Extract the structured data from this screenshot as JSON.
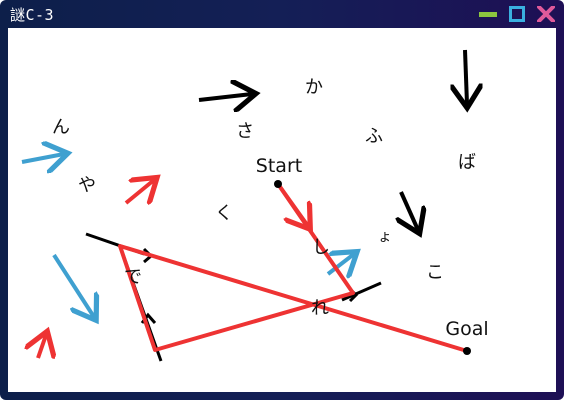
{
  "window": {
    "title": "謎C-3",
    "colors": {
      "minimize": "#8cc63f",
      "maximize": "#3ab0e0",
      "close": "#e05a9a"
    }
  },
  "puzzle": {
    "start_label": "Start",
    "goal_label": "Goal",
    "kana": {
      "ka": "か",
      "n": "ん",
      "sa": "さ",
      "fu": "ふ",
      "ba": "ば",
      "ya": "や",
      "ku": "く",
      "shi": "し",
      "yo": "ょ",
      "ko": "こ",
      "de": "で",
      "re": "れ"
    },
    "arrow_colors": {
      "black": "#000000",
      "blue": "#3fa0d0",
      "red": "#ee3333"
    }
  }
}
